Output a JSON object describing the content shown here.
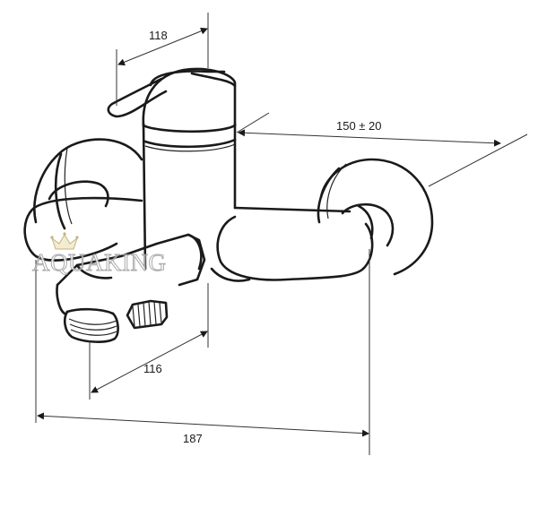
{
  "dimensions": {
    "handle_to_body": "118",
    "wall_spacing": "150 ± 20",
    "spout_projection": "116",
    "overall_width": "187"
  },
  "watermark": {
    "brand": "AQUAKING",
    "crown_icon": "crown-icon"
  }
}
